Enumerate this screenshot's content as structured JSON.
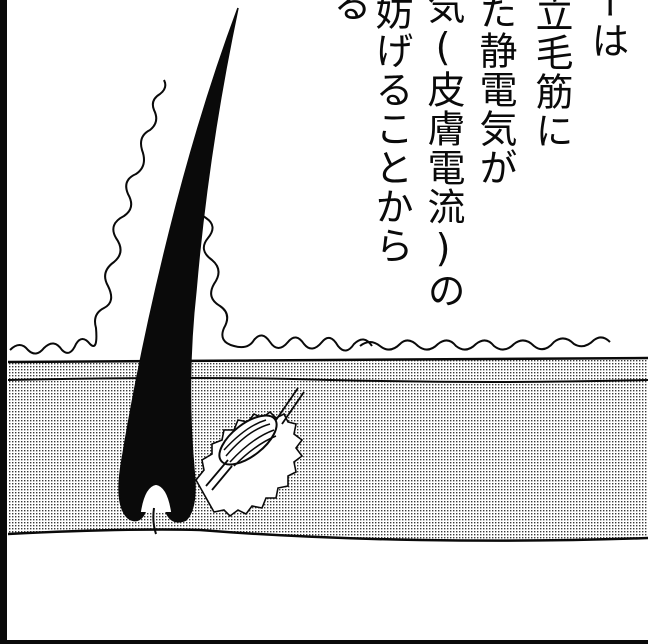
{
  "caption": {
    "columns": [
      "ーは",
      "た静電気が",
      "気(皮膚電流)の",
      "妨げることから",
      "る"
    ],
    "partial_column": "立毛筋に"
  },
  "illustration": {
    "subject": "hair-follicle-cross-section",
    "colors": {
      "ink": "#0a0a0a",
      "skin_tone": "#bdbdbd",
      "paper": "#ffffff"
    }
  }
}
